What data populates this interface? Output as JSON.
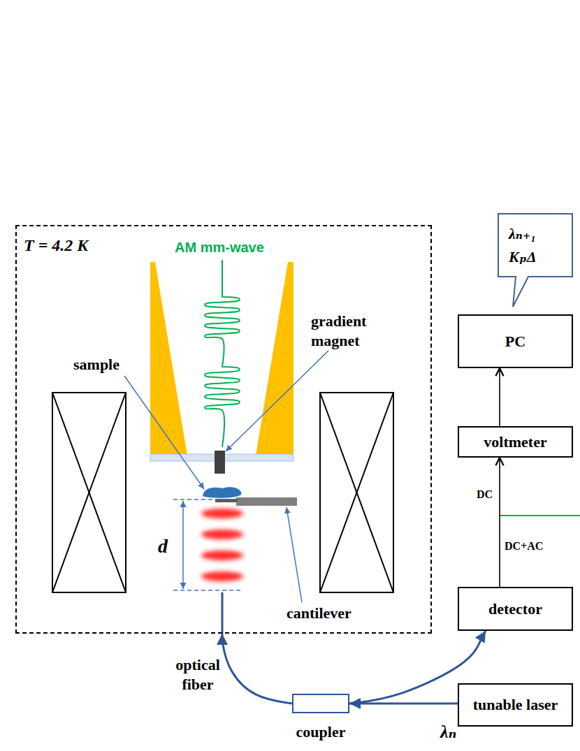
{
  "diagram": {
    "nodes": [
      {
        "text": [
          "T = 4.2 K"
        ]
      },
      {
        "text": [
          "λₙ₊₁",
          "KₚΔ"
        ]
      },
      {
        "text": [
          "PC"
        ]
      },
      {
        "text": [
          "voltmeter"
        ]
      },
      {
        "text": [
          "detector"
        ]
      },
      {
        "text": [
          "coupler"
        ]
      },
      {
        "text": [
          "tunable laser"
        ]
      }
    ],
    "edges": [
      {
        "from": 4,
        "to": 3,
        "arrow": "to"
      },
      {
        "from": 3,
        "to": 2,
        "arrow": "to"
      },
      {
        "from": 6,
        "to": 5,
        "arrow": "to"
      },
      {
        "from": 5,
        "to": 4,
        "arrow": "to"
      },
      {
        "from": 5,
        "to": 0,
        "arrow": "to"
      }
    ],
    "labels": [
      "AM mm-wave",
      "gradient magnet",
      "sample",
      "d",
      "cantilever",
      "optical fiber",
      "λₙ",
      "DC",
      "DC+AC"
    ]
  }
}
